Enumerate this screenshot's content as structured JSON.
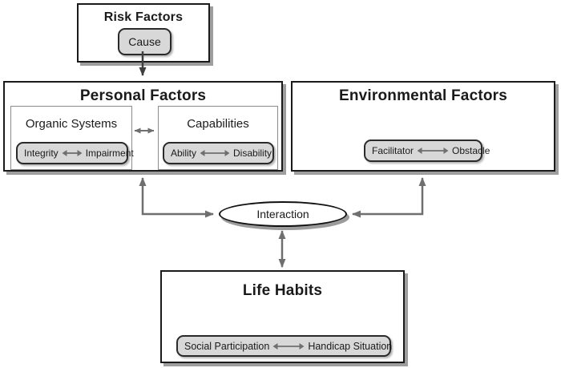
{
  "risk_factors": {
    "title": "Risk Factors",
    "cause_label": "Cause"
  },
  "personal_factors": {
    "title": "Personal Factors",
    "organic_systems": {
      "title": "Organic Systems",
      "pill_left": "Integrity",
      "pill_right": "Impairment"
    },
    "capabilities": {
      "title": "Capabilities",
      "pill_left": "Ability",
      "pill_right": "Disability"
    }
  },
  "environmental_factors": {
    "title": "Environmental Factors",
    "pill_left": "Facilitator",
    "pill_right": "Obstacle"
  },
  "interaction": {
    "label": "Interaction"
  },
  "life_habits": {
    "title": "Life Habits",
    "pill_left": "Social Participation",
    "pill_right": "Handicap Situation"
  },
  "icons": {
    "bidirectional_arrow": "bidirectional-arrow",
    "down_arrow": "down-arrow"
  },
  "colors": {
    "arrow_gray": "#6f6f6f",
    "arrow_dark": "#3f3f3f",
    "pill_fill": "#d8d8d8",
    "box_border": "#1a1a1a",
    "subbox_border": "#8c8c8c",
    "shadow": "#9e9e9e"
  }
}
